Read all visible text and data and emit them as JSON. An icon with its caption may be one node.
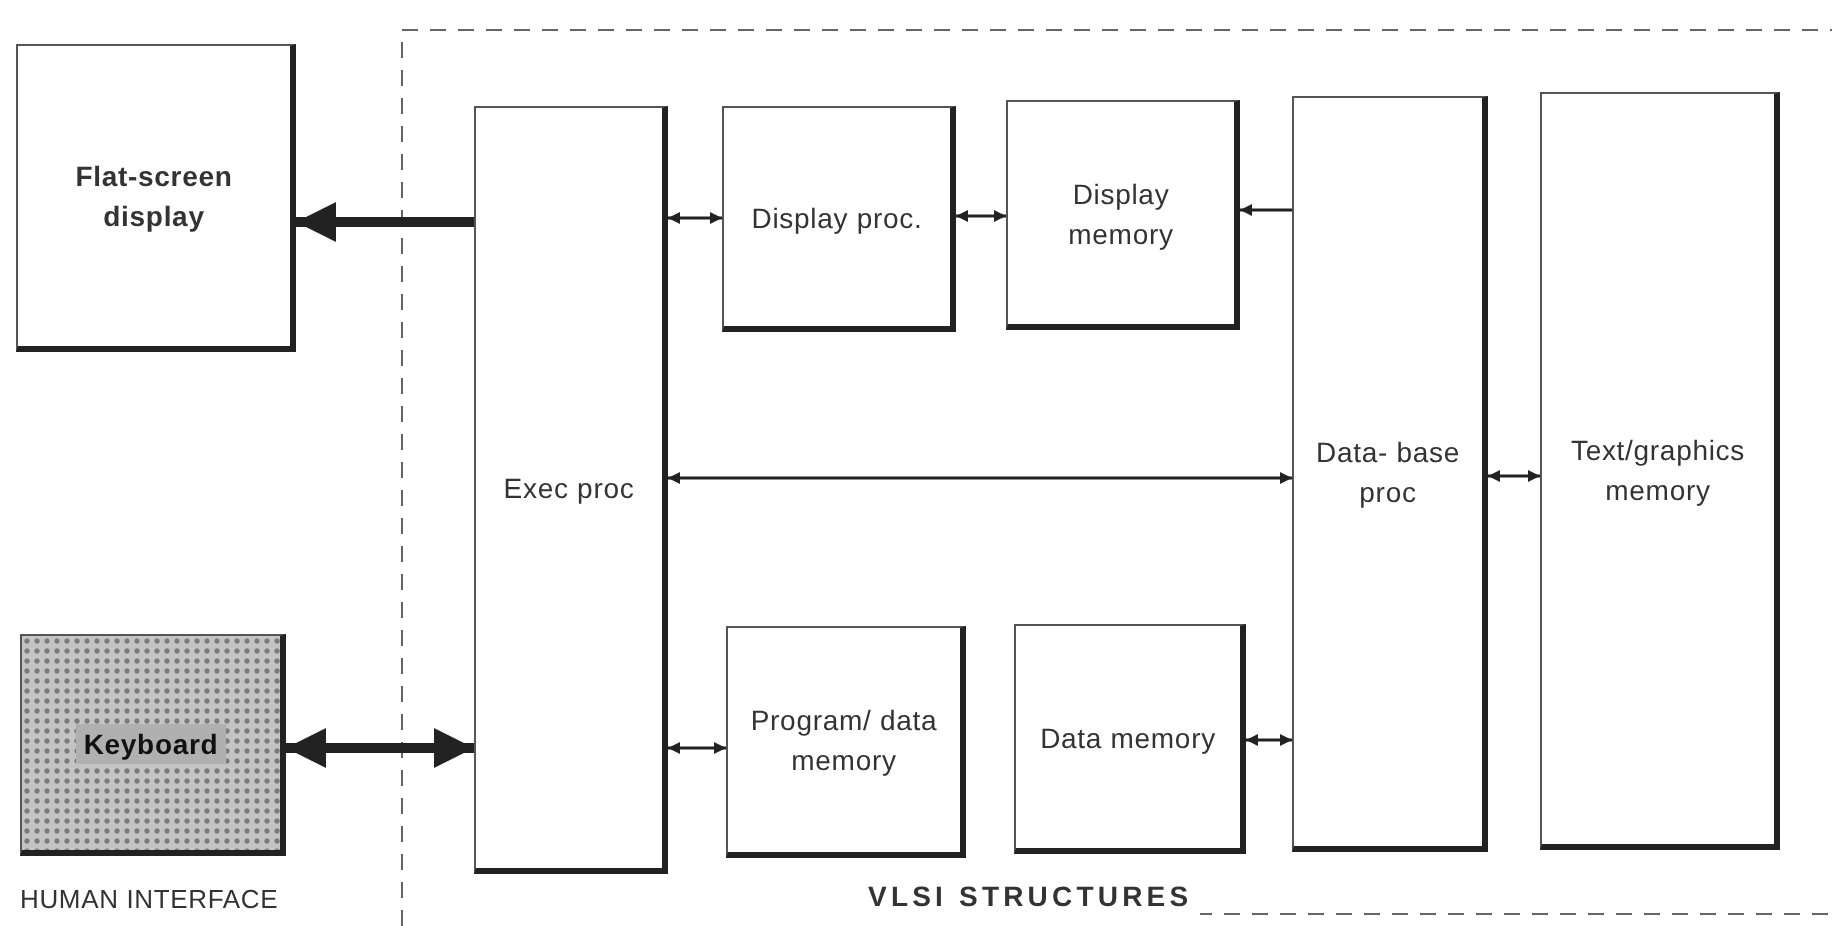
{
  "diagram": {
    "nodes": [
      {
        "text": [
          "Flat-screen display"
        ]
      },
      {
        "text": [
          "Keyboard"
        ]
      },
      {
        "text": [
          "Exec proc"
        ]
      },
      {
        "text": [
          "Display proc."
        ]
      },
      {
        "text": [
          "Display memory"
        ]
      },
      {
        "text": [
          "Data- base proc"
        ]
      },
      {
        "text": [
          "Text/graphics memory"
        ]
      },
      {
        "text": [
          "Program/ data memory"
        ]
      },
      {
        "text": [
          "Data memory"
        ]
      }
    ],
    "edges": [
      {
        "from": 2,
        "to": 0,
        "arrow": "to",
        "style": "thick"
      },
      {
        "from": 2,
        "to": 3,
        "arrow": "both"
      },
      {
        "from": 3,
        "to": 4,
        "arrow": "both"
      },
      {
        "from": 5,
        "to": 4,
        "arrow": "to"
      },
      {
        "from": 2,
        "to": 5,
        "arrow": "both"
      },
      {
        "from": 5,
        "to": 6,
        "arrow": "both"
      },
      {
        "from": 1,
        "to": 2,
        "arrow": "both",
        "style": "thick"
      },
      {
        "from": 2,
        "to": 7,
        "arrow": "both"
      },
      {
        "from": 8,
        "to": 5,
        "arrow": "both"
      }
    ],
    "labels": [
      "HUMAN INTERFACE",
      "VLSI STRUCTURES"
    ]
  }
}
